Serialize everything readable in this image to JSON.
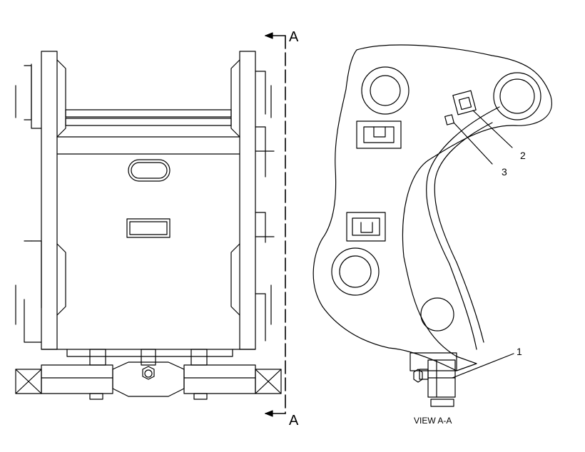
{
  "section_markers": {
    "top": "A",
    "bottom": "A"
  },
  "callouts": [
    "1",
    "2",
    "3"
  ],
  "view_caption": "VIEW A-A",
  "colors": {
    "line": "#000000",
    "background": "#ffffff"
  }
}
